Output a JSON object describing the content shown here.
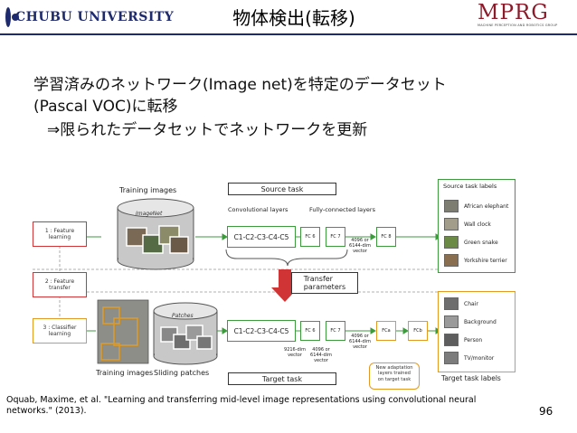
{
  "header": {
    "university": "CHUBU UNIVERSITY",
    "title": "物体検出(転移)",
    "lab_logo": "MPRG",
    "lab_subtitle": "MACHINE PERCEPTION AND ROBOTICS GROUP"
  },
  "body": {
    "line1": "学習済みのネットワーク(Image net)を特定のデータセット",
    "line2": "(Pascal VOC)に転移",
    "line3": "⇒限られたデータセットでネットワークを更新"
  },
  "figure": {
    "source_task": "Source task",
    "target_task": "Target task",
    "training_images_top": "Training images",
    "training_images_bottom": "Training images",
    "sliding_patches": "Sliding patches",
    "imagenet_label": "ImageNet",
    "patches_label": "Patches",
    "stage1": "1 : Feature\nlearning",
    "stage2": "2 : Feature\ntransfer",
    "stage3": "3 : Classifier\nlearning",
    "conv_layers": "Convolutional layers",
    "fc_layers": "Fully-connected layers",
    "conv_top": "C1-C2-C3-C4-C5",
    "conv_bottom": "C1-C2-C3-C4-C5",
    "fc6_top": "FC 6",
    "fc7_top": "FC 7",
    "fc8": "FC 8",
    "fc6_bottom": "FC 6",
    "fc7_bottom": "FC 7",
    "fca": "FCa",
    "fcb": "FCb",
    "vec_top": "4096 or\n6144-dim\nvector",
    "vec_bottom": "4096 or\n6144-dim\nvector",
    "vec_9216": "9216-dim\nvector",
    "vec_fc7": "4096 or\n6144-dim\nvector",
    "transfer_params": "Transfer\nparameters",
    "new_layers": "New adaptation\nlayers trained\non target task",
    "source_labels_title": "Source task labels",
    "source_labels": [
      "African elephant",
      "Wall clock",
      "Green snake",
      "Yorkshire terrier"
    ],
    "target_labels_title": "Target task labels",
    "target_labels": [
      "Chair",
      "Background",
      "Person",
      "TV/monitor"
    ],
    "colors": {
      "green": "#3d9a3d",
      "red": "#d03434",
      "orange": "#e49a1f"
    }
  },
  "citation": "Oquab, Maxime, et al. \"Learning and transferring mid-level image representations using convolutional neural networks.\" (2013).",
  "page_number": "96"
}
